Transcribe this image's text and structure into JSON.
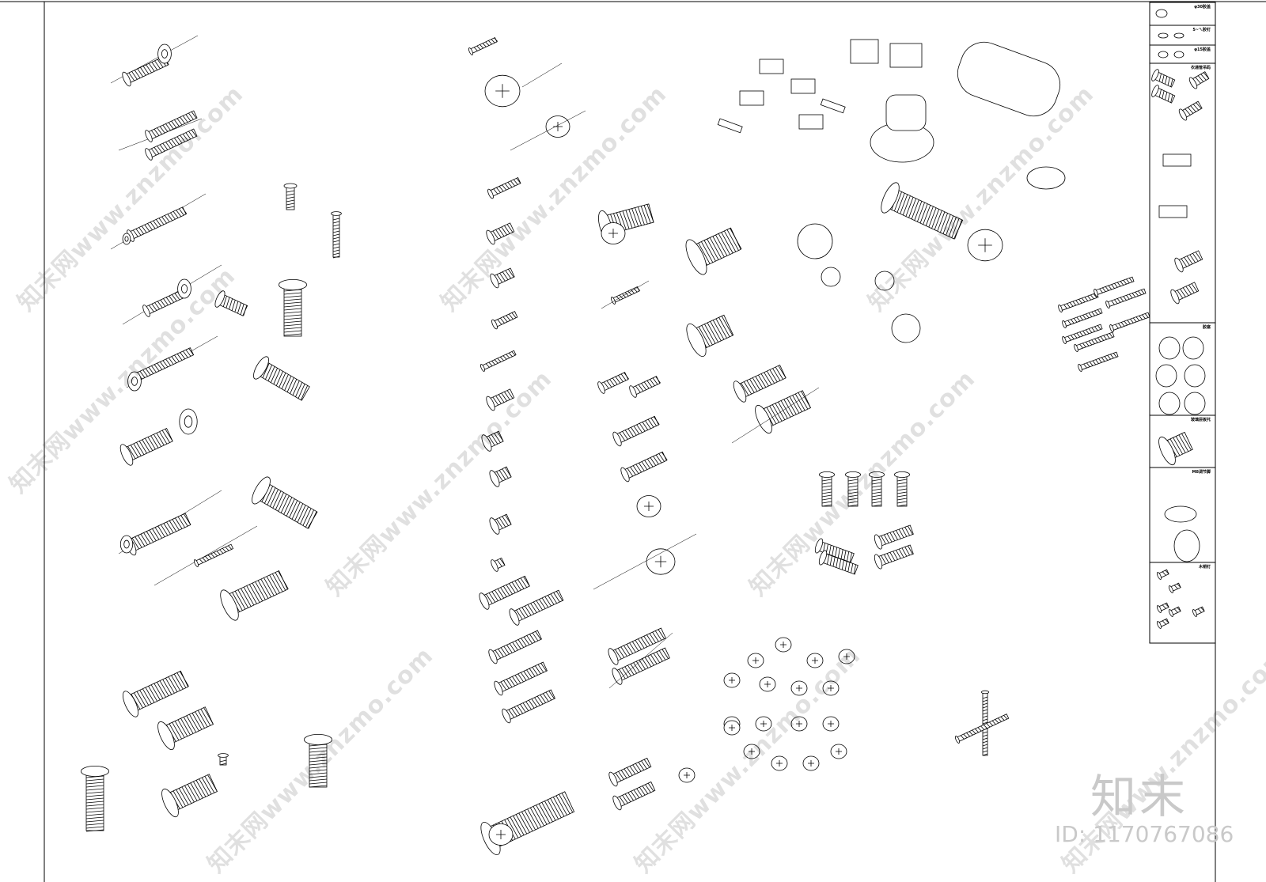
{
  "legend": {
    "sections": [
      {
        "label": "φ30胶盖"
      },
      {
        "label": "5~ㄟ胶钉"
      },
      {
        "label": "φ15胶盖"
      },
      {
        "label": "衣通管吊码"
      },
      {
        "label": "胶塞"
      },
      {
        "label": "玻璃层板托"
      },
      {
        "label": "M8调节脚"
      },
      {
        "label": "木销钉"
      }
    ]
  },
  "watermark": {
    "site": "知末网www.znzmo.com",
    "logo": "知末",
    "id": "ID: 1170767086"
  }
}
